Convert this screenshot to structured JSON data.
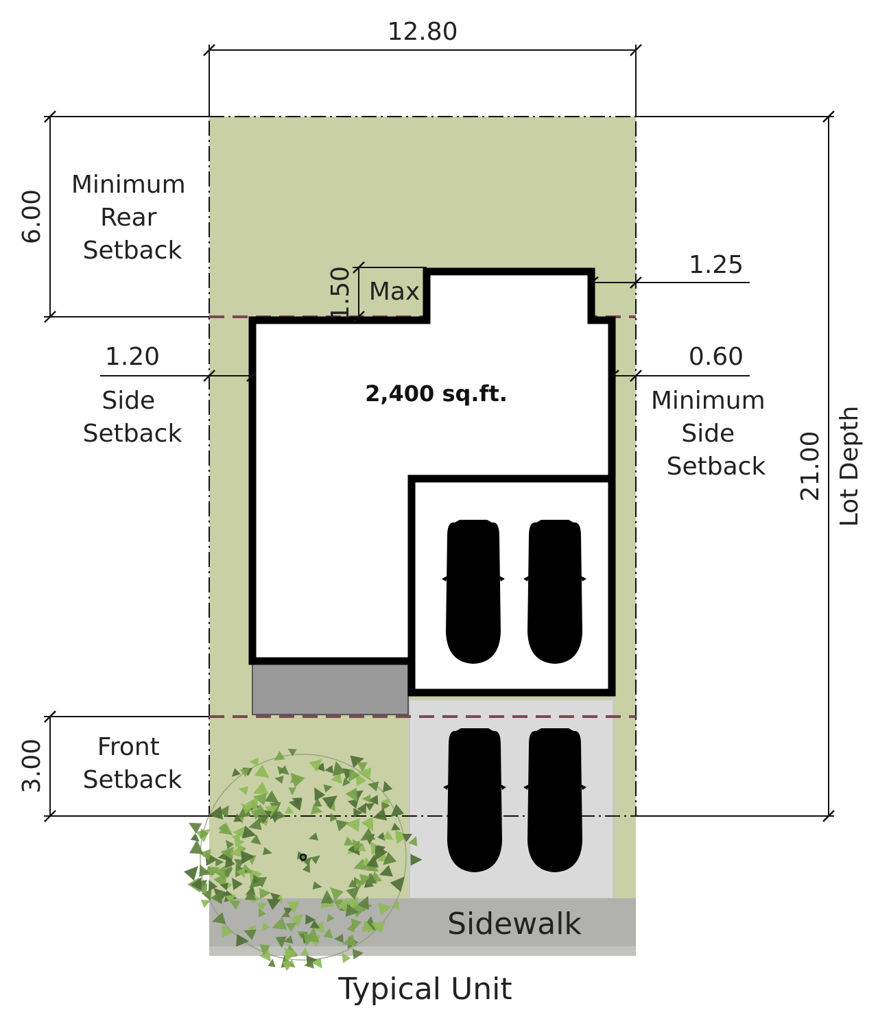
{
  "dimensions": {
    "lot_width": "12.80",
    "rear_setback": "6.00",
    "max_projection": "1.50",
    "projection_side": "1.25",
    "side_setback_left": "1.20",
    "side_setback_right": "0.60",
    "lot_depth": "21.00",
    "front_setback": "3.00"
  },
  "labels": {
    "rear_setback": [
      "Minimum",
      "Rear",
      "Setback"
    ],
    "max": "Max",
    "side_setback_left": [
      "Side",
      "Setback"
    ],
    "side_setback_right": [
      "Minimum",
      "Side",
      "Setback"
    ],
    "lot_depth": "Lot Depth",
    "front_setback": [
      "Front",
      "Setback"
    ],
    "building_area": "2,400 sq.ft.",
    "sidewalk": "Sidewalk",
    "caption": "Typical Unit"
  },
  "colors": {
    "lawn": "#c9d0a5",
    "driveway": "#dadada",
    "sidewalk": "#b1b1ae",
    "porch": "#999999",
    "setback_line": "#7a4a52",
    "car_outline": "#6b2f3c",
    "tree_dark": "#5f8240",
    "tree_light": "#8fba58"
  },
  "garage": {
    "cars": 2
  },
  "driveway": {
    "cars": 2
  }
}
